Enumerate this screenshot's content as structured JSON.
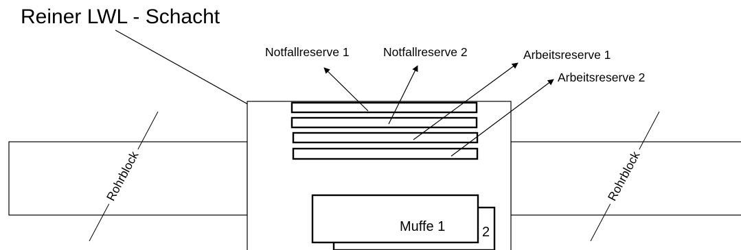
{
  "title": "Reiner LWL - Schacht",
  "labels": {
    "notfall1": "Notfallreserve 1",
    "notfall2": "Notfallreserve 2",
    "arbeit1": "Arbeitsreserve 1",
    "arbeit2": "Arbeitsreserve 2",
    "rohrblock_left": "Rohrblock",
    "rohrblock_right": "Rohrblock",
    "muffe1": "Muffe 1",
    "muffe2": "2"
  }
}
